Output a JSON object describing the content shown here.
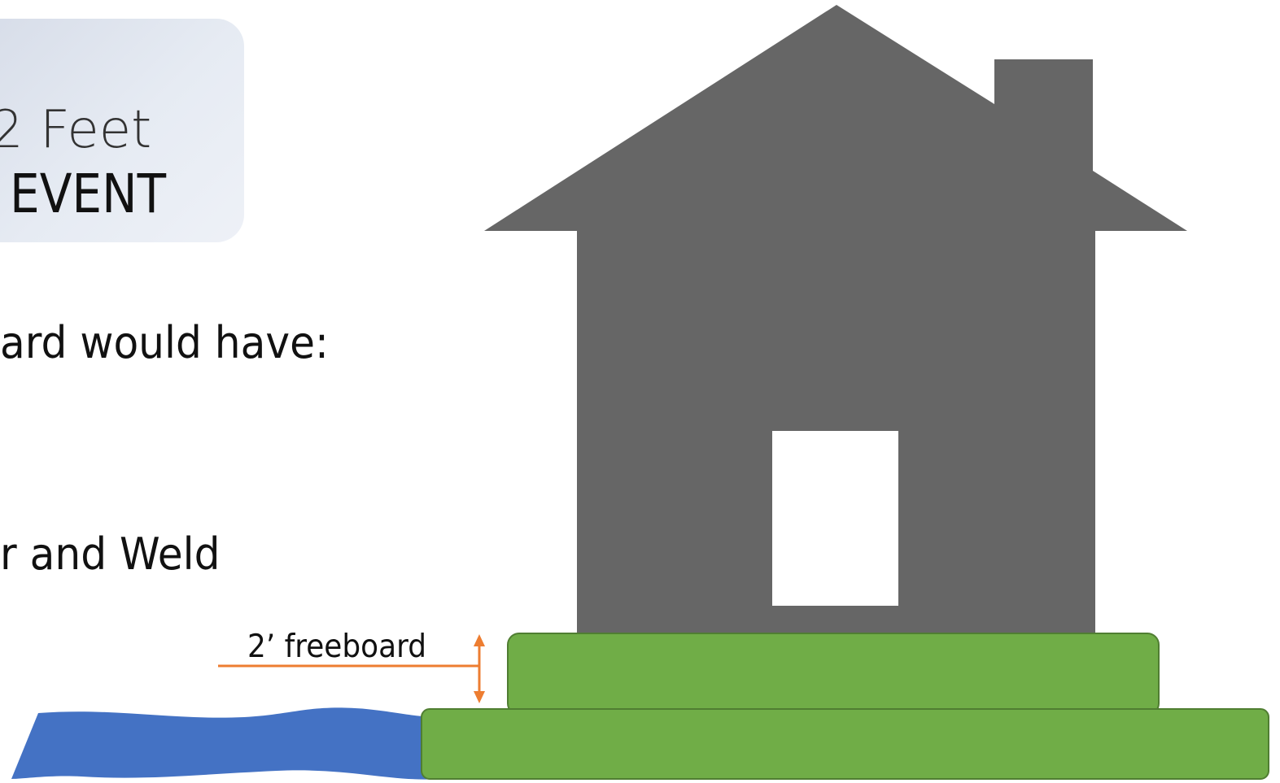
{
  "title": {
    "line1": "2 Feet",
    "line2": "EVENT"
  },
  "body": {
    "line1": "ard would have:",
    "line2": "r and Weld"
  },
  "diagram": {
    "freeboard_label": "2’ freeboard"
  },
  "colors": {
    "house": "#666666",
    "door": "#ffffff",
    "ground": "#70ad47",
    "ground_border": "#507e32",
    "water": "#4472c4",
    "arrow": "#ed7d31",
    "title_box": "#dfe5ef"
  }
}
